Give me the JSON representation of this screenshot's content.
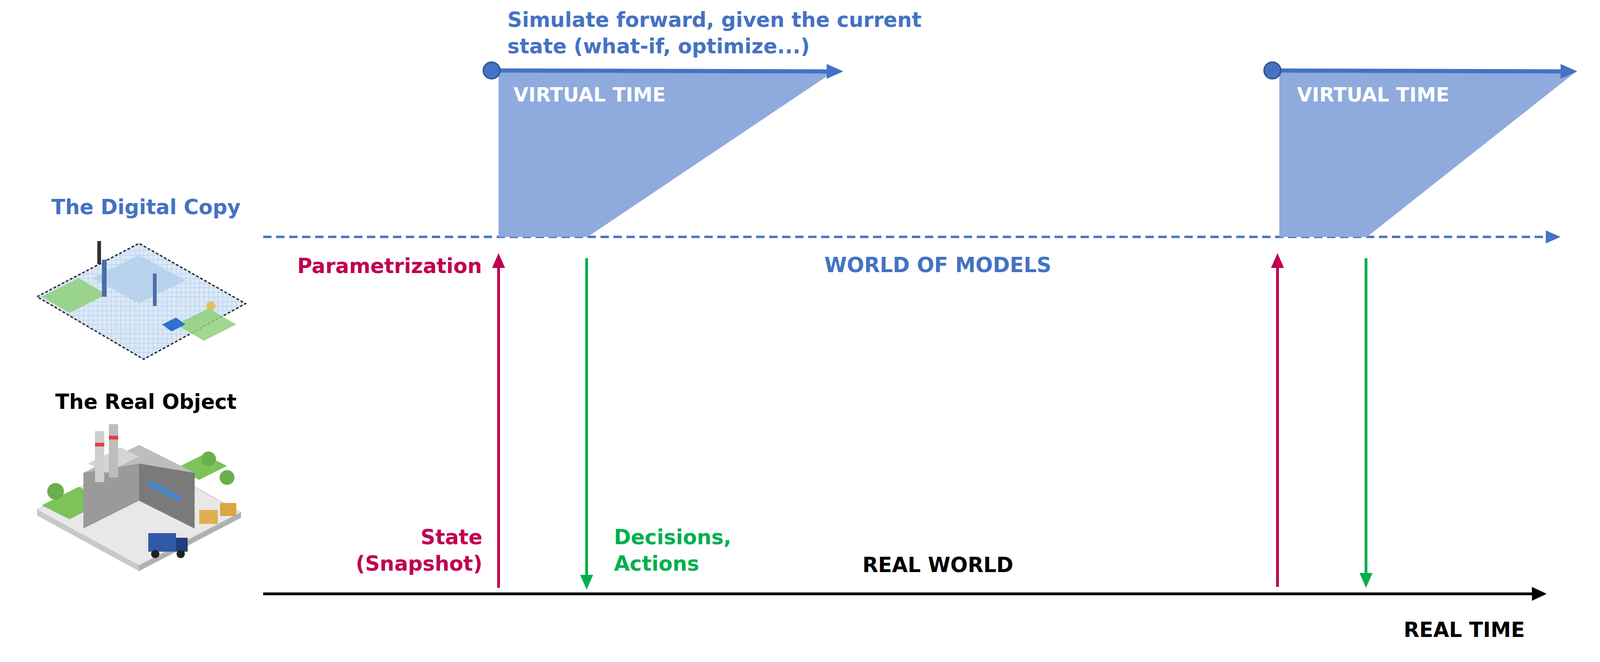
{
  "diagram": {
    "nodes": [
      {
        "text": [
          "VIRTUAL TIME"
        ]
      },
      {
        "text": [
          "VIRTUAL TIME"
        ]
      }
    ],
    "labels": [
      "Simulate forward, given the current state (what-if, optimize...)",
      "The Digital Copy",
      "Parametrization",
      "WORLD OF MODELS",
      "The Real Object",
      "State (Snapshot)",
      "Decisions, Actions",
      "REAL WORLD",
      "REAL TIME"
    ]
  }
}
